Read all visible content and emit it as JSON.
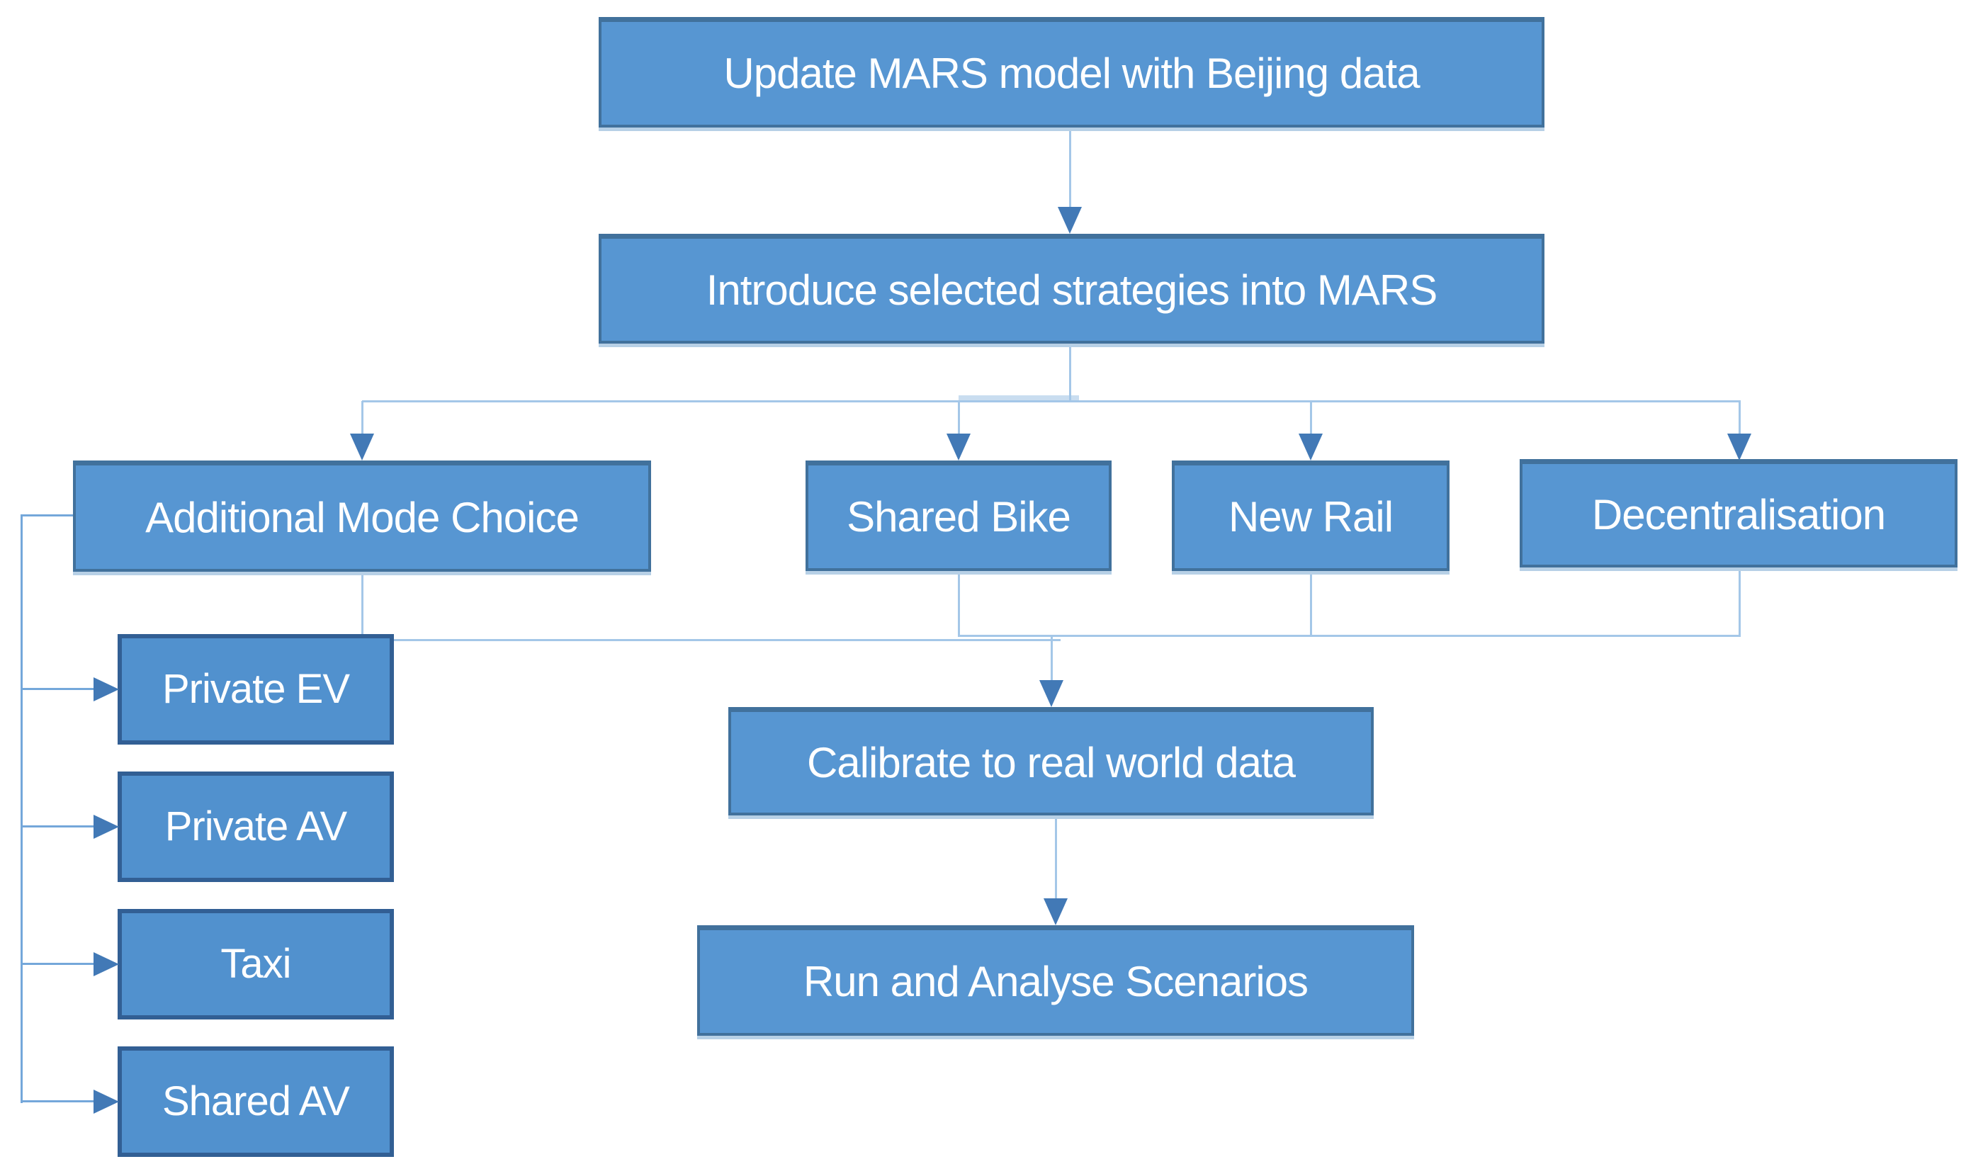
{
  "nodes": {
    "update": {
      "label": "Update MARS model with Beijing data"
    },
    "introduce": {
      "label": "Introduce selected strategies into MARS"
    },
    "amc": {
      "label": "Additional Mode Choice"
    },
    "shared_bike": {
      "label": "Shared Bike"
    },
    "new_rail": {
      "label": "New Rail"
    },
    "decentralisation": {
      "label": "Decentralisation"
    },
    "private_ev": {
      "label": "Private EV"
    },
    "private_av": {
      "label": "Private AV"
    },
    "taxi": {
      "label": "Taxi"
    },
    "shared_av": {
      "label": "Shared AV"
    },
    "calibrate": {
      "label": "Calibrate to real world data"
    },
    "run": {
      "label": "Run and Analyse Scenarios"
    }
  },
  "edges": [
    {
      "from": "update",
      "to": "introduce"
    },
    {
      "from": "introduce",
      "to": "amc"
    },
    {
      "from": "introduce",
      "to": "shared_bike"
    },
    {
      "from": "introduce",
      "to": "new_rail"
    },
    {
      "from": "introduce",
      "to": "decentralisation"
    },
    {
      "from": "amc",
      "to": "private_ev"
    },
    {
      "from": "amc",
      "to": "private_av"
    },
    {
      "from": "amc",
      "to": "taxi"
    },
    {
      "from": "amc",
      "to": "shared_av"
    },
    {
      "from": "amc",
      "to": "calibrate"
    },
    {
      "from": "shared_bike",
      "to": "calibrate"
    },
    {
      "from": "new_rail",
      "to": "calibrate"
    },
    {
      "from": "decentralisation",
      "to": "calibrate"
    },
    {
      "from": "calibrate",
      "to": "run"
    }
  ],
  "colors": {
    "box_fill": "#5796D2",
    "box_border": "#41719C",
    "box_glow": "#B7D0E6",
    "sub_fill": "#5191CE",
    "sub_border": "#325F94",
    "line_light": "#A4C7E8",
    "line_mid": "#74A7DA",
    "band": "#C9DDF0",
    "head": "#4279B6",
    "text": "#FFFFFF",
    "bg": "#FFFFFF"
  }
}
